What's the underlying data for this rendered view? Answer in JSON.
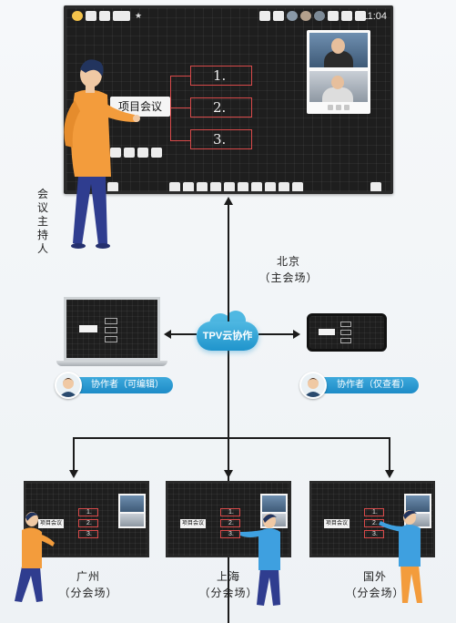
{
  "board": {
    "clock": "11:04",
    "topic": "项目会议",
    "items": [
      "1.",
      "2.",
      "3."
    ]
  },
  "host_label": "会议主持人",
  "main_venue": {
    "city": "北京",
    "role": "（主会场）"
  },
  "cloud_label": "TPV云协作",
  "collaborators": [
    {
      "label": "协作者（可编辑）"
    },
    {
      "label": "协作者（仅查看）"
    }
  ],
  "branch_venues": [
    {
      "city": "广州",
      "role": "（分会场）"
    },
    {
      "city": "上海",
      "role": "（分会场）"
    },
    {
      "city": "国外",
      "role": "（分会场）"
    }
  ],
  "mini_topic": "项目会议",
  "colors": {
    "accent_blue": "#1f94cc",
    "marker_red": "#d94a4a",
    "person_shirt": "#f39c3c",
    "person_pants": "#2f3d8f",
    "board_bg": "#1e1e1e"
  }
}
